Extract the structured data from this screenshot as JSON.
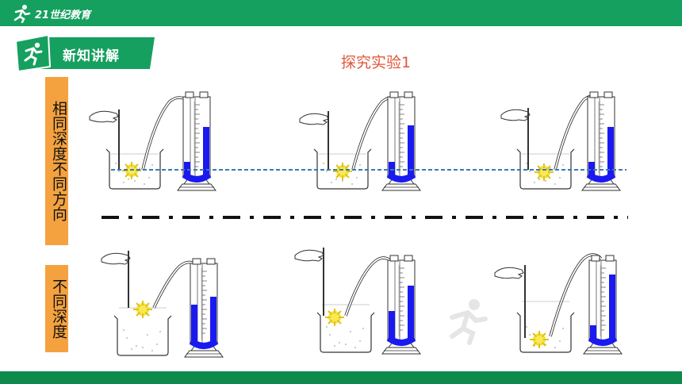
{
  "header": {
    "logo_text": "21世纪教育",
    "brand_color": "#16a05f"
  },
  "section_tag": {
    "label": "新知讲解",
    "icon": "runner-icon"
  },
  "title": "探究实验1",
  "side_labels": {
    "same_depth": "相同深度不同方向",
    "different_depth": "不同深度"
  },
  "colors": {
    "tag_green": "#16a05f",
    "label_orange": "#f4a23f",
    "title_orange": "#e0573a",
    "liquid_blue": "#1a1af0"
  },
  "figures": [
    {
      "name": "apparatus-same-depth-1",
      "row": 1,
      "liquid_level": 0.35
    },
    {
      "name": "apparatus-same-depth-2",
      "row": 1,
      "liquid_level": 0.35
    },
    {
      "name": "apparatus-same-depth-3",
      "row": 1,
      "liquid_level": 0.35
    },
    {
      "name": "apparatus-different-depth-1",
      "row": 2,
      "liquid_level": 0.65
    },
    {
      "name": "apparatus-different-depth-2",
      "row": 2,
      "liquid_level": 0.45
    },
    {
      "name": "apparatus-different-depth-3",
      "row": 2,
      "liquid_level": 0.75
    }
  ]
}
